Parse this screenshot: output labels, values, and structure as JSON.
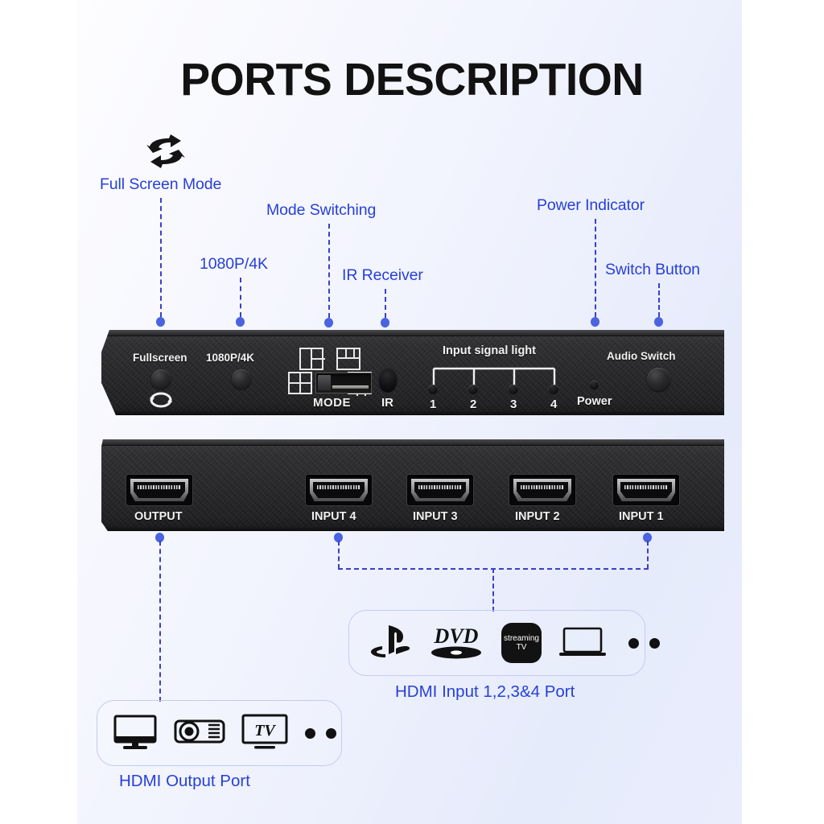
{
  "page": {
    "title": "PORTS DESCRIPTION",
    "accent_blue": "#2740d8",
    "line_blue": "#3b3fc4",
    "dot_blue": "#4a63e0",
    "device_black": "#262628"
  },
  "callouts": [
    {
      "id": "full-screen-mode",
      "label": "Full Screen Mode",
      "icon": "swap-arrows-icon"
    },
    {
      "id": "1080p-4k",
      "label": "1080P/4K"
    },
    {
      "id": "mode-switching",
      "label": "Mode Switching"
    },
    {
      "id": "ir-receiver",
      "label": "IR Receiver"
    },
    {
      "id": "power-indicator",
      "label": "Power Indicator"
    },
    {
      "id": "switch-button",
      "label": "Switch Button"
    }
  ],
  "front_panel": {
    "fullscreen_label": "Fullscreen",
    "resolution_label": "1080P/4K",
    "mode_label": "MODE",
    "ir_label": "IR",
    "input_signal_label": "Input signal light",
    "led_numbers": [
      "1",
      "2",
      "3",
      "4"
    ],
    "power_label": "Power",
    "audio_switch_label": "Audio Switch",
    "cycle_icon": "refresh-cycle-icon",
    "mode_icons": [
      "layout-quad-icon",
      "layout-left-large-icon",
      "layout-top-split-icon",
      "layout-three-pane-icon"
    ],
    "mode_switch": "slider-switch"
  },
  "rear_panel": {
    "ports": [
      {
        "id": "output",
        "label": "OUTPUT"
      },
      {
        "id": "input-4",
        "label": "INPUT 4"
      },
      {
        "id": "input-3",
        "label": "INPUT 3"
      },
      {
        "id": "input-2",
        "label": "INPUT 2"
      },
      {
        "id": "input-1",
        "label": "INPUT 1"
      }
    ]
  },
  "input_box": {
    "label": "HDMI Input 1,2,3&4 Port",
    "icons": [
      "playstation-icon",
      "dvd-icon",
      "streaming-tv-icon",
      "laptop-icon"
    ],
    "streaming_line1": "streaming",
    "streaming_line2": "TV",
    "extra_dots": 2
  },
  "output_box": {
    "label": "HDMI Output Port",
    "icons": [
      "monitor-icon",
      "projector-icon",
      "tv-icon"
    ],
    "tv_text": "TV",
    "extra_dots": 2
  }
}
